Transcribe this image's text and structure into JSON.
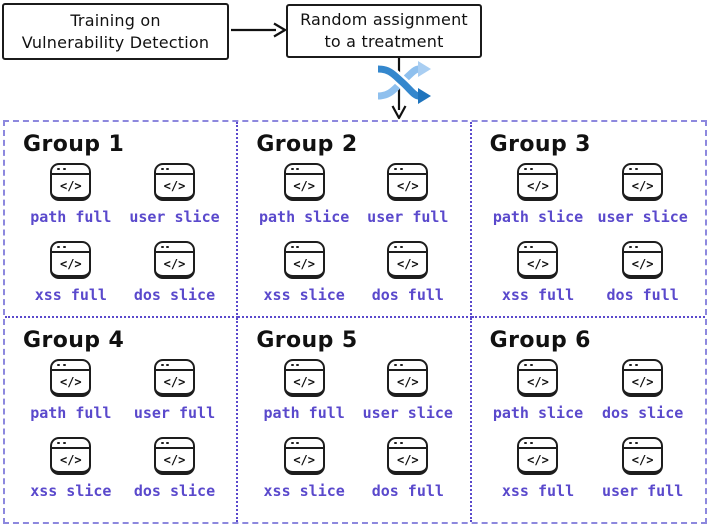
{
  "flow": {
    "training_box": {
      "line1": "Training on",
      "line2": "Vulnerability Detection"
    },
    "assignment_box": {
      "line1": "Random assignment",
      "line2": "to a treatment"
    }
  },
  "window_icon_glyph": "</>",
  "colors": {
    "accent_purple_text": "#5a49cc",
    "grid_outer_dashed": "#8d88de",
    "grid_inner_dotted": "#5a49cc",
    "shuffle_light_blue": "#8fc0ee",
    "shuffle_light_head": "#a9cef2",
    "shuffle_dark_blue": "#3487cd",
    "shuffle_dark_head": "#1f74bd",
    "ink": "#1d1d1d"
  },
  "groups": [
    {
      "title": "Group 1",
      "items": [
        "path full",
        "user slice",
        "xss full",
        "dos slice"
      ]
    },
    {
      "title": "Group 2",
      "items": [
        "path slice",
        "user full",
        "xss slice",
        "dos full"
      ]
    },
    {
      "title": "Group 3",
      "items": [
        "path slice",
        "user slice",
        "xss full",
        "dos full"
      ]
    },
    {
      "title": "Group 4",
      "items": [
        "path full",
        "user full",
        "xss slice",
        "dos slice"
      ]
    },
    {
      "title": "Group 5",
      "items": [
        "path full",
        "user slice",
        "xss slice",
        "dos full"
      ]
    },
    {
      "title": "Group 6",
      "items": [
        "path slice",
        "dos slice",
        "xss full",
        "user full"
      ]
    }
  ]
}
